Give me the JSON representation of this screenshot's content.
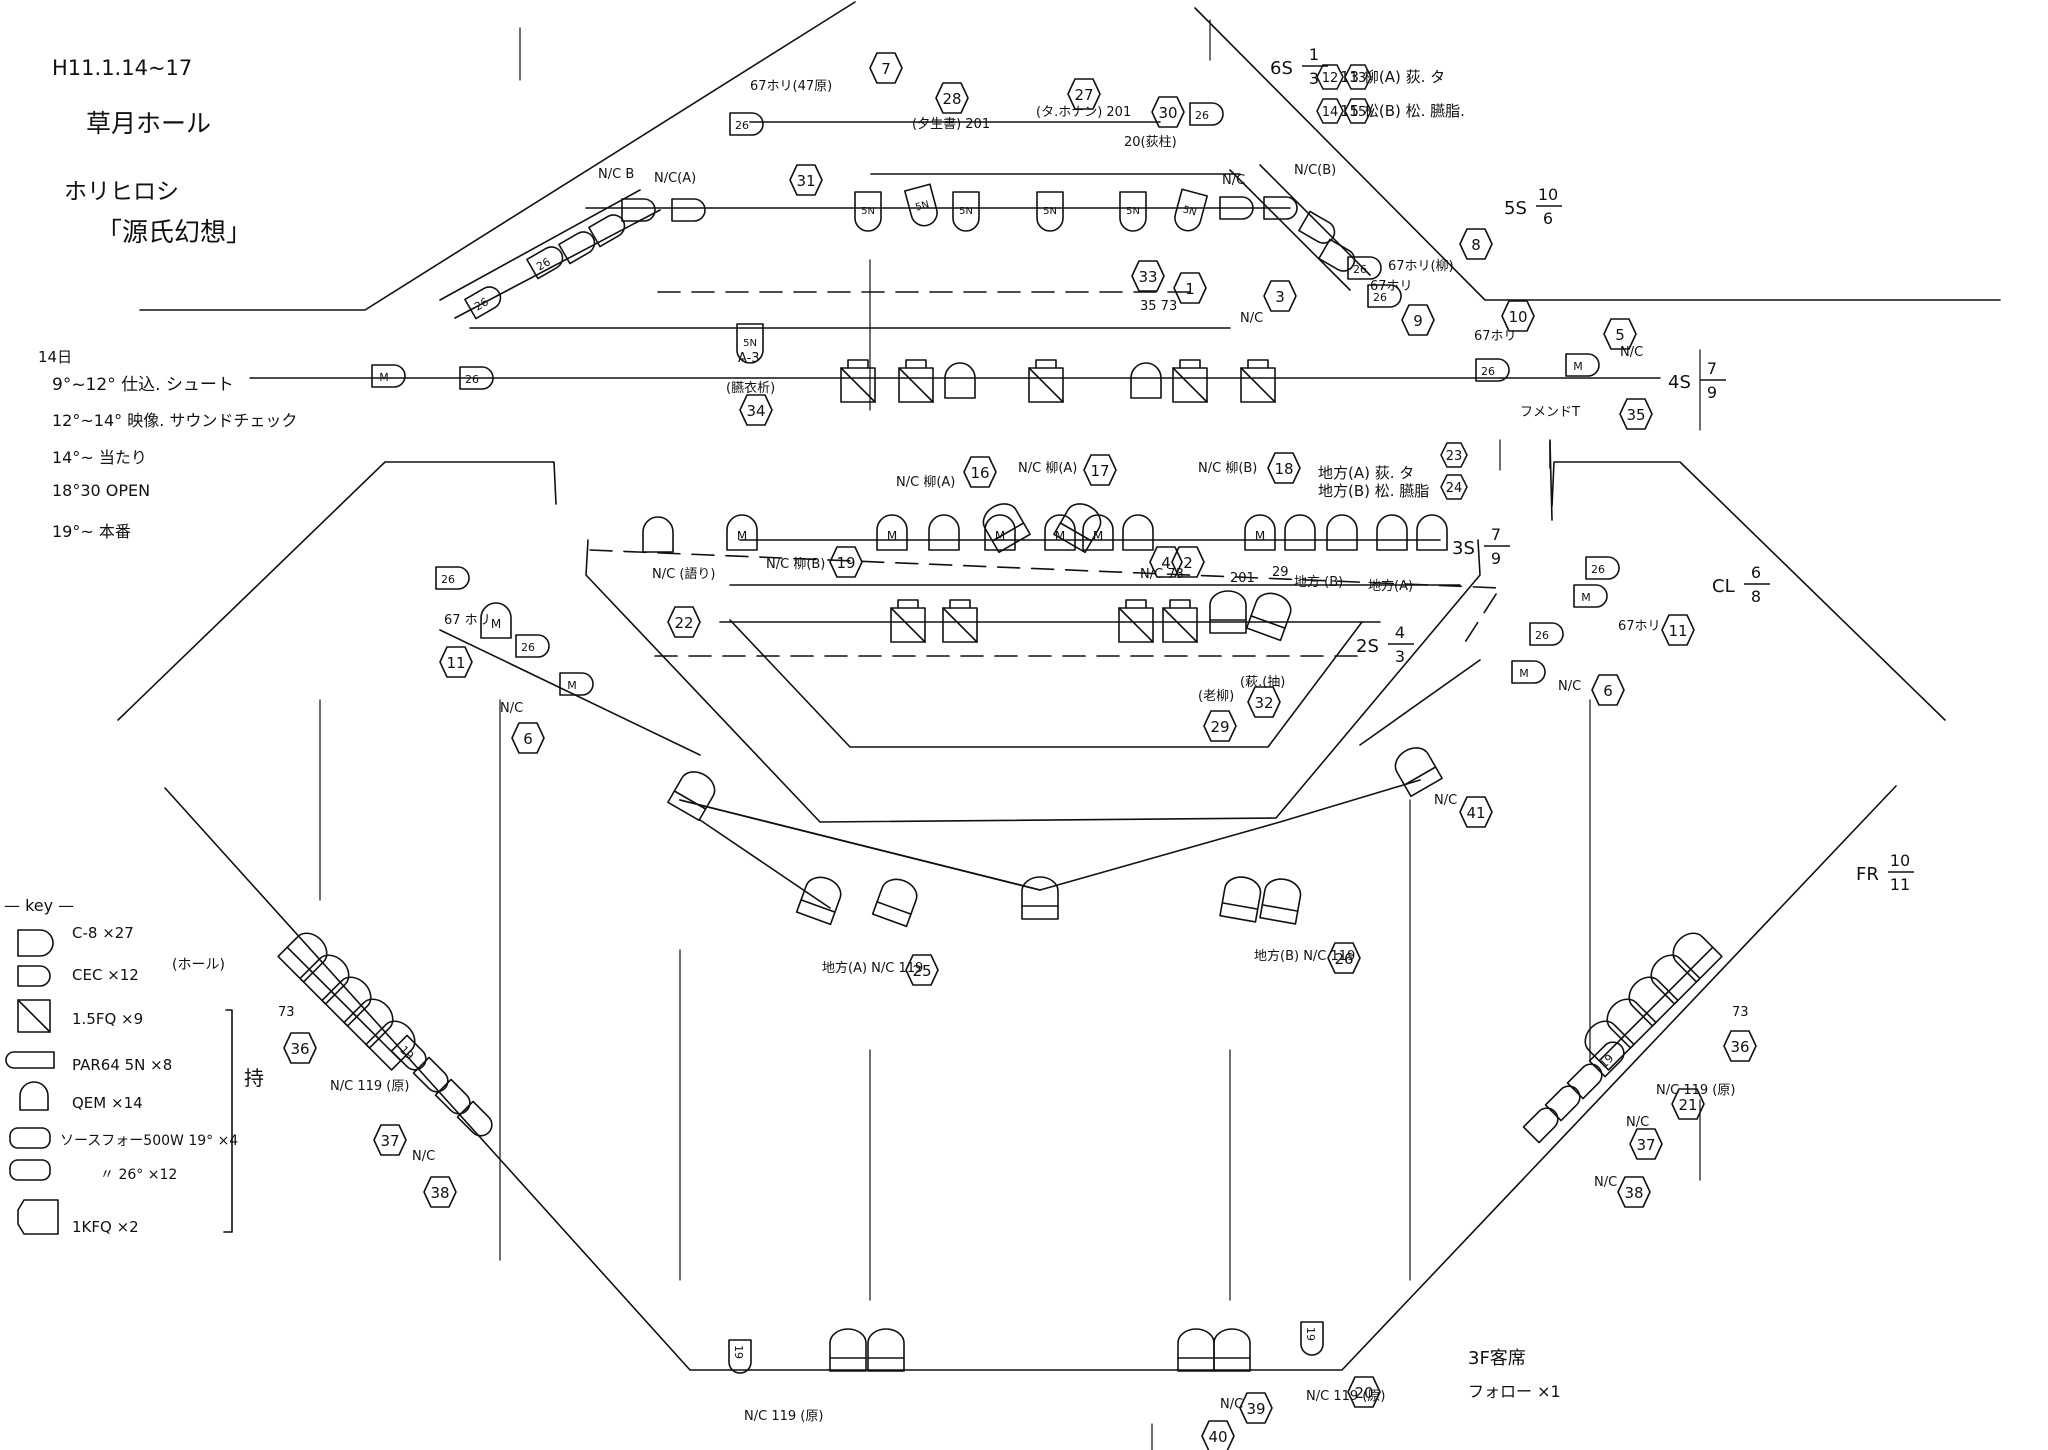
{
  "header": {
    "date": "H11.1.14~17",
    "venue": "草月ホール",
    "artist": "ホリヒロシ",
    "title": "「源氏幻想」"
  },
  "schedule": {
    "day": "14日",
    "items": [
      "9°~12° 仕込. シュート",
      "12°~14° 映像. サウンドチェック",
      "14°~ 当たり",
      "18°30 OPEN",
      "19°~ 本番"
    ]
  },
  "legend": {
    "title": "— key —",
    "items": [
      {
        "symbol": "C-8",
        "label": "C-8 ×27",
        "icon": "c8-icon"
      },
      {
        "symbol": "CEC",
        "label": "CEC ×12",
        "icon": "cec-icon"
      },
      {
        "symbol": "1.5FQ",
        "label": "1.5FQ ×9",
        "icon": "fq-icon"
      },
      {
        "symbol": "5N",
        "label": "PAR64 5N ×8",
        "icon": "par64-icon"
      },
      {
        "symbol": "M",
        "label": "QEM ×14",
        "icon": "qem-icon"
      },
      {
        "symbol": "19",
        "label": "ソースフォー500W 19° ×4",
        "icon": "source4-19-icon"
      },
      {
        "symbol": "26",
        "label": "〃 26° ×12",
        "icon": "source4-26-icon"
      },
      {
        "symbol": "",
        "label": "1KFQ ×2",
        "icon": "1kfq-icon"
      }
    ],
    "hall_note": "(ホール)",
    "bracket_note": "持"
  },
  "pipes": [
    {
      "name": "6S",
      "num": "1",
      "den": "3"
    },
    {
      "name": "5S",
      "num": "10",
      "den": "6"
    },
    {
      "name": "4S",
      "num": "7",
      "den": "9"
    },
    {
      "name": "3S",
      "num": "7",
      "den": "9"
    },
    {
      "name": "2S",
      "num": "4",
      "den": "3"
    },
    {
      "name": "CL",
      "num": "6",
      "den": "8"
    },
    {
      "name": "FR",
      "num": "10",
      "den": "11"
    }
  ],
  "gel_notes": {
    "line1": "13 柳(A) 荻. タ",
    "line2": "15 松(B) 松. 臙脂.",
    "mid1": "地方(A) 荻. タ",
    "mid2": "地方(B) 松. 臙脂",
    "chan_a1": "12",
    "chan_a2": "13",
    "chan_b1": "14",
    "chan_b2": "15",
    "chan_c1": "23",
    "chan_c2": "24"
  },
  "channels": [
    {
      "n": "1"
    },
    {
      "n": "2"
    },
    {
      "n": "3"
    },
    {
      "n": "4"
    },
    {
      "n": "5"
    },
    {
      "n": "6"
    },
    {
      "n": "6"
    },
    {
      "n": "7"
    },
    {
      "n": "8"
    },
    {
      "n": "9"
    },
    {
      "n": "10"
    },
    {
      "n": "11"
    },
    {
      "n": "11"
    },
    {
      "n": "16"
    },
    {
      "n": "17"
    },
    {
      "n": "18"
    },
    {
      "n": "19"
    },
    {
      "n": "20"
    },
    {
      "n": "21"
    },
    {
      "n": "22"
    },
    {
      "n": "25"
    },
    {
      "n": "26"
    },
    {
      "n": "27"
    },
    {
      "n": "28"
    },
    {
      "n": "29"
    },
    {
      "n": "30"
    },
    {
      "n": "31"
    },
    {
      "n": "32"
    },
    {
      "n": "33"
    },
    {
      "n": "34"
    },
    {
      "n": "35"
    },
    {
      "n": "36"
    },
    {
      "n": "36"
    },
    {
      "n": "37"
    },
    {
      "n": "37"
    },
    {
      "n": "38"
    },
    {
      "n": "38"
    },
    {
      "n": "39"
    },
    {
      "n": "40"
    },
    {
      "n": "41"
    }
  ],
  "labels": {
    "l_67_7": "67ホリ(47原)",
    "l_28": "(夕生書) 201",
    "l_27": "(タ.ホナン) 201",
    "l_30": "20(荻柱)",
    "l_nc_b_l": "N/C B",
    "l_nc_a_l": "N/C(A)",
    "l_nc_a_r": "N/C",
    "l_nc_b_r": "N/C(B)",
    "l_67_8": "67ホリ(柳)",
    "l_67_9": "67ホリ",
    "l_67_10": "67ホリ",
    "l_nc_5": "N/C",
    "l_35_73": "35  73",
    "l_nc_3": "N/C",
    "l_a3": "A-3",
    "l_34": "(臙衣析)",
    "l_fumenkai": "フメンドT",
    "l_nc16": "N/C 柳(A)",
    "l_nc17": "N/C 柳(A)",
    "l_nc18": "N/C 柳(B)",
    "l_nc19": "N/C 柳(B)",
    "l_22": "N/C (語り)",
    "l_nc_4": "N/C 73",
    "l_201": "201",
    "l_29c": "29",
    "l_chiho_b": "地方 (B)",
    "l_chiho_a": "地方(A)",
    "l_29": "(老柳)",
    "l_32": "(萩.(抽)",
    "l_67_11l": "67 ホリ",
    "l_nc_6l": "N/C",
    "l_67_11r": "67ホリ",
    "l_nc_6r": "N/C",
    "l_nc_41": "N/C",
    "l_25": "地方(A) N/C 119",
    "l_26": "地方(B) N/C 119",
    "l_73l": "73",
    "l_73r": "73",
    "l_nc_37l": "N/C 119 (原)",
    "l_nc_38l": "N/C",
    "l_nc_21": "N/C 119 (原)",
    "l_nc_37r": "N/C",
    "l_nc_38r": "N/C",
    "l_nc_bot": "N/C 119 (原)",
    "l_nc_39": "N/C",
    "l_nc_20": "N/C 119 (原)",
    "balcony_1": "3F客席",
    "balcony_2": "フォロー ×1"
  }
}
